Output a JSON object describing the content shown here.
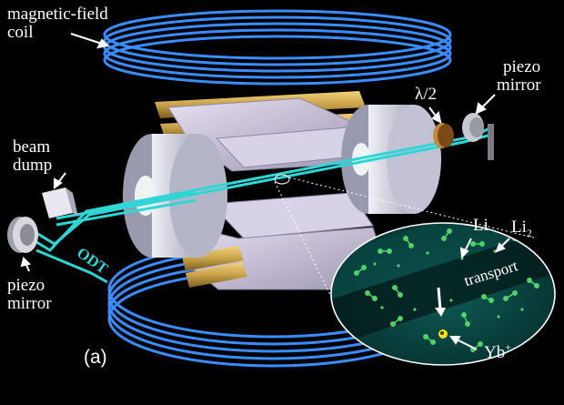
{
  "labels": {
    "magnetic_field": "magnetic-field",
    "coil": "coil",
    "piezo_top": "piezo",
    "mirror_top": "mirror",
    "half_wave": "λ/2",
    "beam": "beam",
    "dump": "dump",
    "odt": "ODT",
    "piezo_bottom": "piezo",
    "mirror_bottom": "mirror",
    "li": "Li",
    "li2_base": "Li",
    "li2_sub": "2",
    "transport": "transport",
    "yb_base": "Yb",
    "yb_sup": "+",
    "panel": "(a)"
  },
  "colors": {
    "coil": "#3a8cff",
    "beam": "#2fd6d6",
    "electrode": "#c6bfd6",
    "rod": "#c9a24a",
    "window": "#c9c9da",
    "atom": "#4fd26a",
    "ion": "#f0e020",
    "background": "#000000"
  }
}
